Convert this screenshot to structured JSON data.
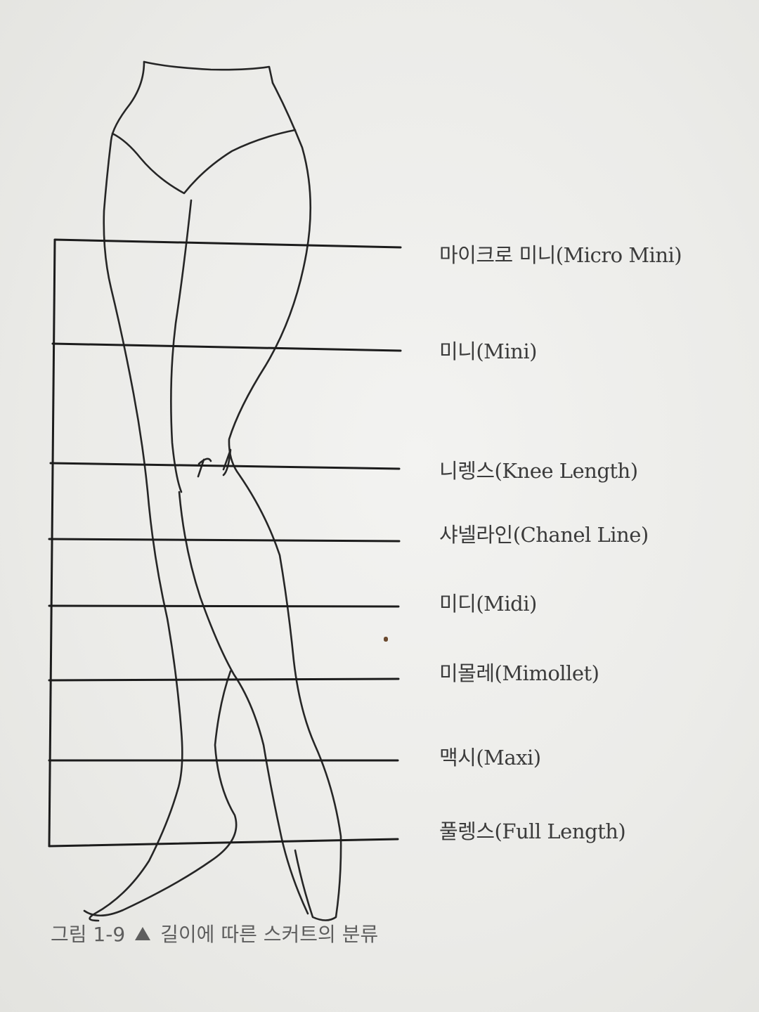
{
  "figure": {
    "lengths": [
      {
        "label": "마이크로 미니(Micro Mini)"
      },
      {
        "label": "미니(Mini)"
      },
      {
        "label": "니렝스(Knee Length)"
      },
      {
        "label": "샤넬라인(Chanel Line)"
      },
      {
        "label": "미디(Midi)"
      },
      {
        "label": "미몰레(Mimollet)"
      },
      {
        "label": "맥시(Maxi)"
      },
      {
        "label": "풀렝스(Full Length)"
      }
    ]
  },
  "caption": {
    "number": "그림 1-9",
    "text": "길이에 따른 스커트의 분류"
  }
}
